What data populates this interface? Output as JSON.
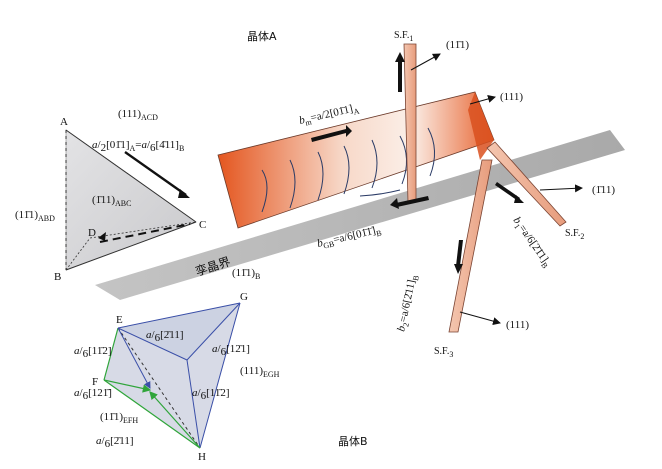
{
  "title_A": "晶体A",
  "title_B": "晶体B",
  "twin_boundary_label": "孪晶界",
  "twin_plane_label": "(11̄1)",
  "twin_plane_sub": "B",
  "tetra_A": {
    "vertices": [
      "A",
      "B",
      "C",
      "D"
    ],
    "face_ACD": "(111)",
    "face_ACD_sub": "ACD",
    "face_ABD": "(11̄1)",
    "face_ABD_sub": "ABD",
    "face_ABC": "(1̄11)",
    "face_ABC_sub": "ABC",
    "reaction_left": "a",
    "reaction_left_denom": "2",
    "reaction_left_vec": "[01̄1]",
    "reaction_left_vec_sub": "A",
    "reaction_right": "a",
    "reaction_right_denom": "6",
    "reaction_right_vec": "[4̄11]",
    "reaction_right_vec_sub": "B"
  },
  "tetra_B": {
    "vertices": [
      "E",
      "F",
      "G",
      "H"
    ],
    "label_EF": "[11̄2]",
    "label_EG": "[2̄11]",
    "label_GH": "[12̄1]",
    "label_FH": "[121̄]",
    "label_H1": "[11̄2]",
    "label_H2": "[2̄11]",
    "a_over": "a",
    "denom": "6",
    "face_EGH": "(111)",
    "face_EGH_sub": "EGH",
    "face_EFH": "(11̄1)",
    "face_EFH_sub": "EFH"
  },
  "dislocations": {
    "bm": "b",
    "bm_sub": "m",
    "bm_eq": "=a/2[01̄1]",
    "bm_sub2": "A",
    "bgb": "b",
    "bgb_sub": "GB",
    "bgb_eq": "=a/6[01̄1̄]",
    "bgb_sub2": "B",
    "b1": "b",
    "b1_sub": "1",
    "b1_eq": "=a/6[2̄1̄1]",
    "b1_sub2": "B",
    "b2": "b",
    "b2_sub": "2",
    "b2_eq": "=a/6[2̄11]",
    "b2_sub2": "B"
  },
  "stacking_faults": {
    "sf1": "S.F.",
    "sf1_sub": "1",
    "sf2": "S.F.",
    "sf2_sub": "2",
    "sf3": "S.F.",
    "sf3_sub": "3"
  },
  "normals": {
    "n_sf1": "(11̄1)",
    "n_top": "(111)",
    "n_sf2": "(1̄11)",
    "n_sf3": "(111)"
  },
  "colors": {
    "plane_gray": "#b9b9b9",
    "slab_orange": "#e8612c",
    "slab_light": "#f8e6dc",
    "sf_fill": "#f1b9a0",
    "tetra_gray": "#d3d3d6",
    "edge_blue": "#3a4fa8",
    "green": "#2fa53a"
  }
}
